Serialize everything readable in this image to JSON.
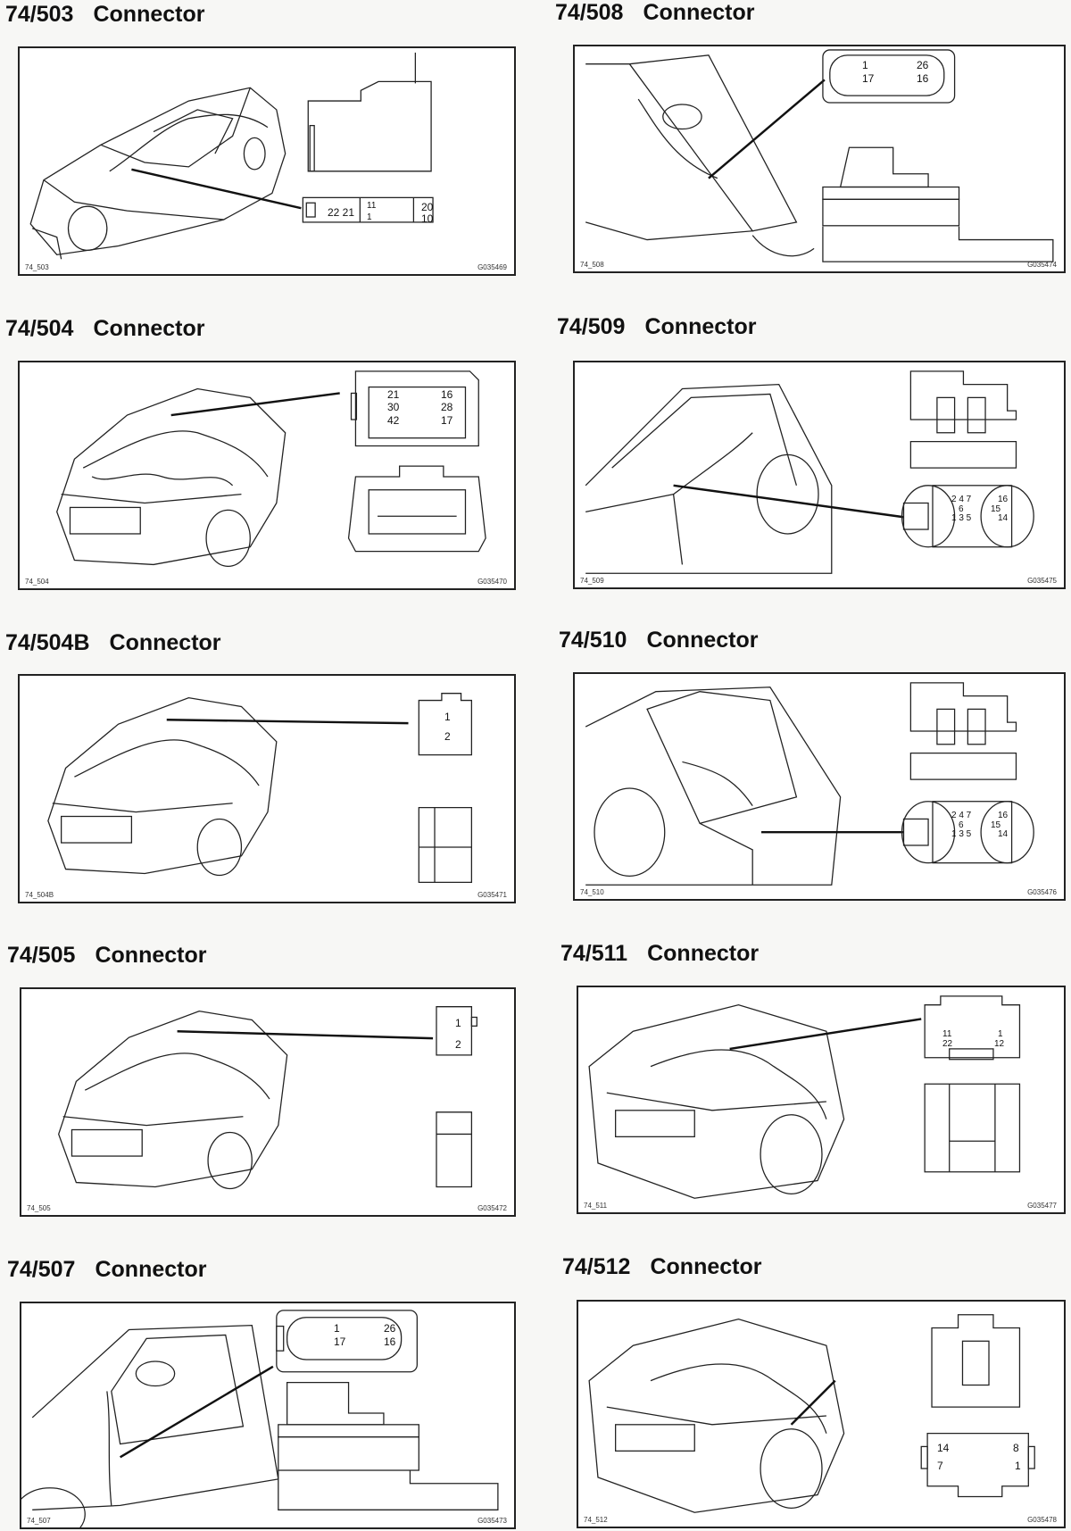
{
  "entries": [
    {
      "number": "74/503",
      "label": "Connector",
      "left_code": "74_503",
      "right_code": "G035469",
      "pins": [
        "22 21",
        "11",
        "1",
        "20",
        "10"
      ]
    },
    {
      "number": "74/508",
      "label": "Connector",
      "left_code": "74_508",
      "right_code": "G035474",
      "pins": [
        "1",
        "26",
        "17",
        "16"
      ]
    },
    {
      "number": "74/504",
      "label": "Connector",
      "left_code": "74_504",
      "right_code": "G035470",
      "pins": [
        "21",
        "16",
        "30",
        "28",
        "42",
        "17"
      ]
    },
    {
      "number": "74/509",
      "label": "Connector",
      "left_code": "74_509",
      "right_code": "G035475",
      "pins": [
        "2 4 7",
        "6",
        "1 3 5",
        "16",
        "15",
        "14"
      ]
    },
    {
      "number": "74/504B",
      "label": "Connector",
      "left_code": "74_504B",
      "right_code": "G035471",
      "pins": [
        "1",
        "2"
      ]
    },
    {
      "number": "74/510",
      "label": "Connector",
      "left_code": "74_510",
      "right_code": "G035476",
      "pins": [
        "2 4 7",
        "6",
        "1 3 5",
        "16",
        "15",
        "14"
      ]
    },
    {
      "number": "74/505",
      "label": "Connector",
      "left_code": "74_505",
      "right_code": "G035472",
      "pins": [
        "1",
        "2"
      ]
    },
    {
      "number": "74/511",
      "label": "Connector",
      "left_code": "74_511",
      "right_code": "G035477",
      "pins": [
        "11",
        "1",
        "22",
        "12"
      ]
    },
    {
      "number": "74/507",
      "label": "Connector",
      "left_code": "74_507",
      "right_code": "G035473",
      "pins": [
        "1",
        "26",
        "17",
        "16"
      ]
    },
    {
      "number": "74/512",
      "label": "Connector",
      "left_code": "74_512",
      "right_code": "G035478",
      "pins": [
        "14",
        "8",
        "7",
        "1"
      ]
    }
  ]
}
